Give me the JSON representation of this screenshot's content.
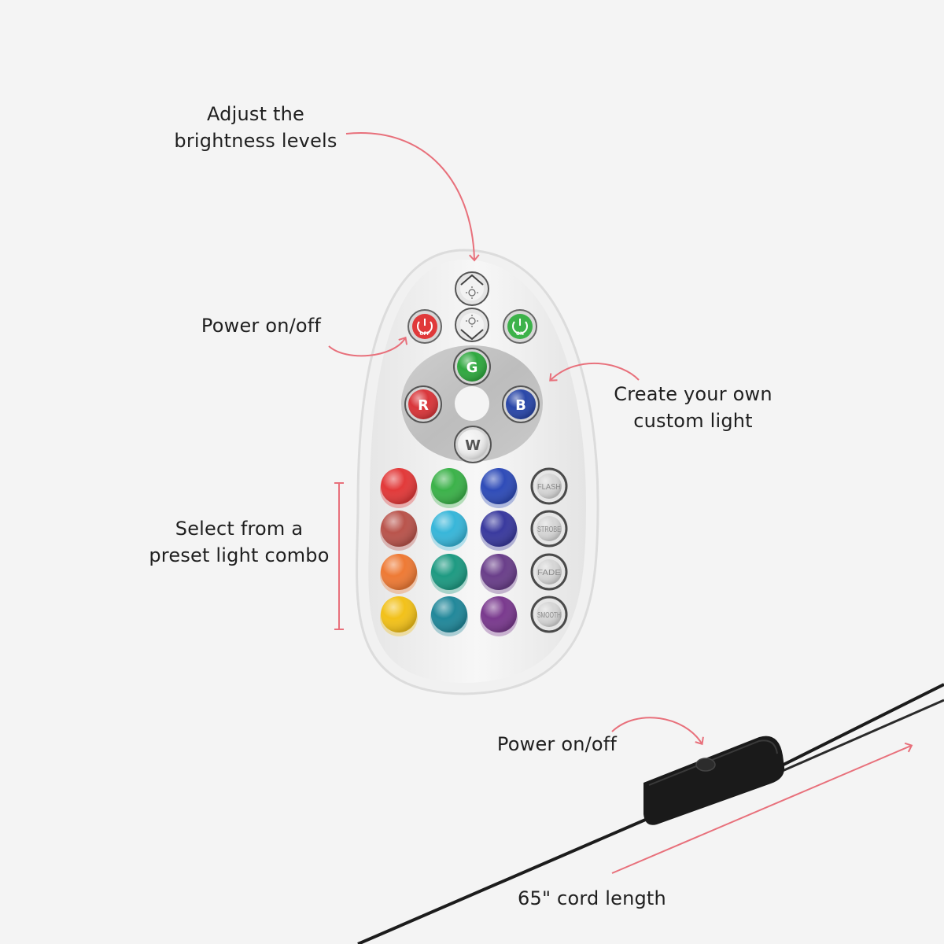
{
  "annotations": {
    "brightness": {
      "line1": "Adjust the",
      "line2": "brightness levels"
    },
    "power_remote": {
      "text": "Power on/off"
    },
    "custom_light": {
      "line1": "Create your own",
      "line2": "custom light"
    },
    "preset": {
      "line1": "Select from a",
      "line2": "preset light combo"
    },
    "power_cord": {
      "text": "Power on/off"
    },
    "cord_length": {
      "text": "65\" cord length"
    }
  },
  "remote": {
    "off_label": "OFF",
    "on_label": "ON",
    "color_keys": {
      "green": "G",
      "red": "R",
      "blue": "B",
      "white": "W"
    },
    "mode_buttons": [
      "FLASH",
      "STROBE",
      "FADE",
      "SMOOTH"
    ],
    "preset_colors": [
      [
        "#e23a3a",
        "#3cb24a",
        "#2f4cb8"
      ],
      [
        "#b9544c",
        "#38b6d9",
        "#3a3a9e"
      ],
      [
        "#ee7a35",
        "#1e9a82",
        "#6a3f8a"
      ],
      [
        "#f2c11a",
        "#22889a",
        "#7a3a8e"
      ]
    ]
  },
  "colors": {
    "accent_arrow": "#e8707b",
    "text": "#1f1f1f",
    "background": "#f4f4f4"
  }
}
